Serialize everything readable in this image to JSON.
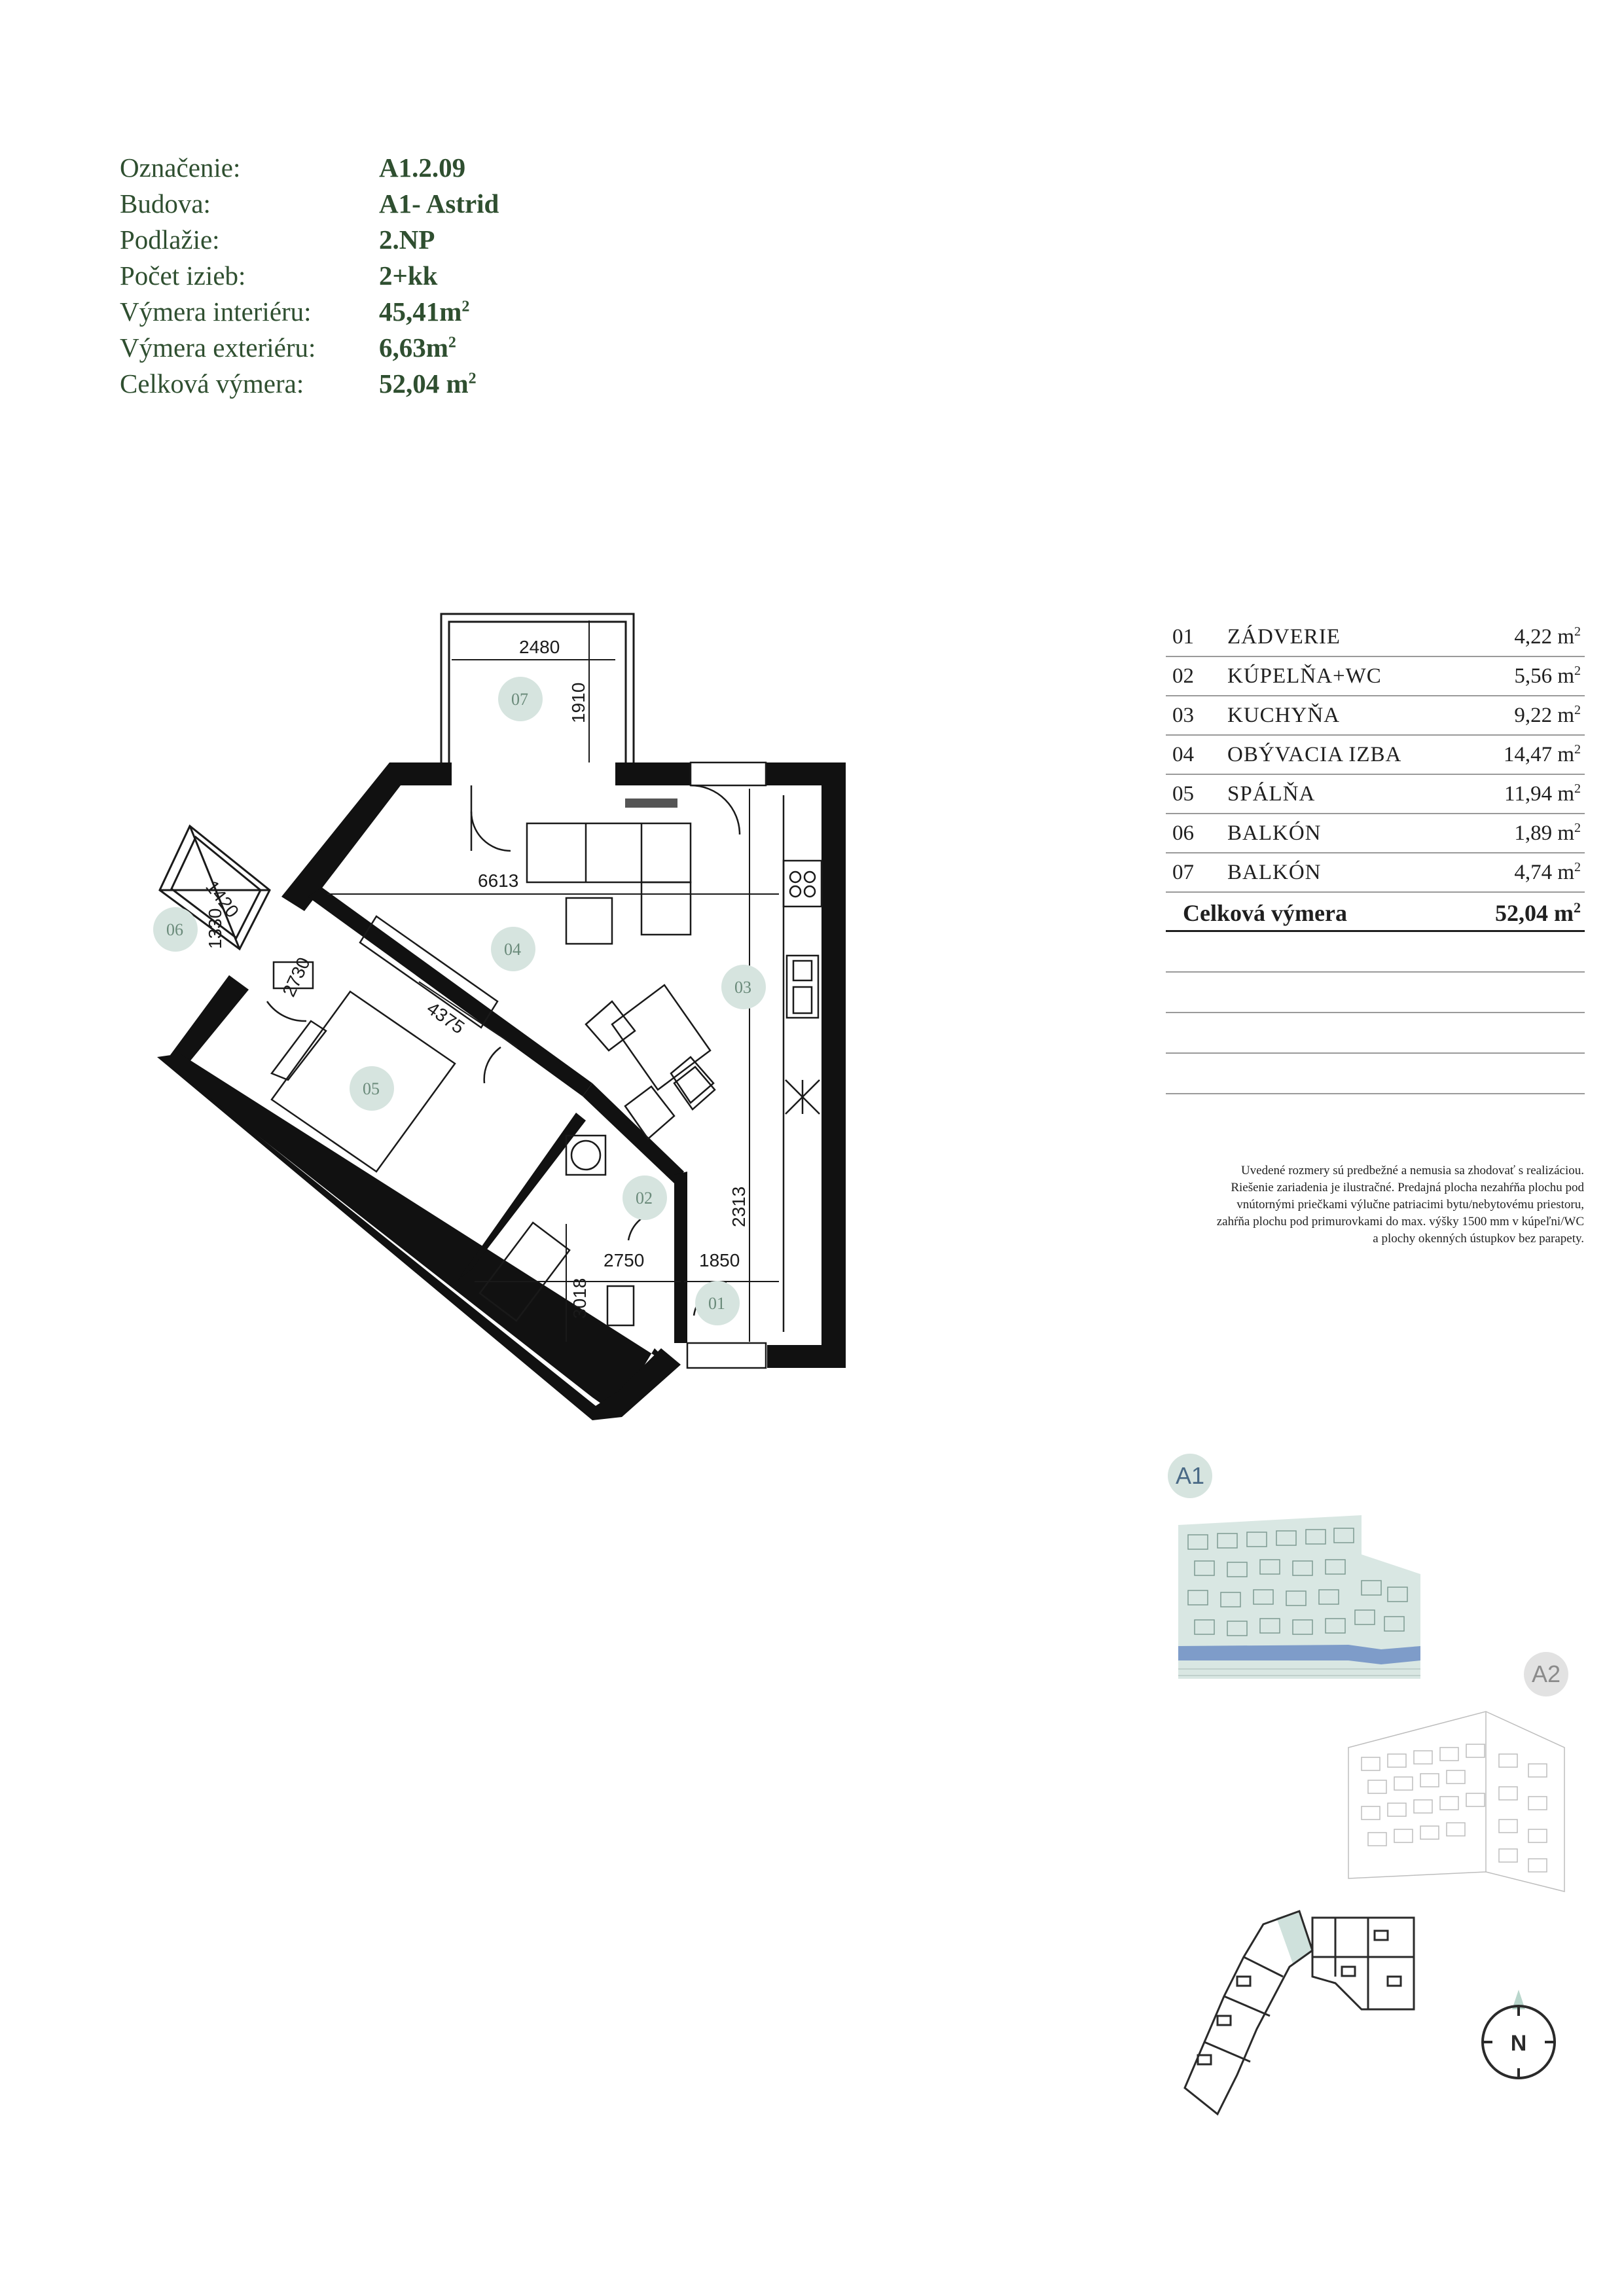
{
  "details": [
    {
      "label": "Označenie:",
      "value": "A1.2.09",
      "sup": ""
    },
    {
      "label": "Budova:",
      "value": "A1- Astrid",
      "sup": ""
    },
    {
      "label": "Podlažie:",
      "value": "2.NP",
      "sup": ""
    },
    {
      "label": "Počet izieb:",
      "value": "2+kk",
      "sup": ""
    },
    {
      "label": "Výmera interiéru:",
      "value": "45,41m",
      "sup": "2"
    },
    {
      "label": "Výmera exteriéru:",
      "value": "6,63m",
      "sup": "2"
    },
    {
      "label": "Celková výmera:",
      "value": "52,04 m",
      "sup": "2"
    }
  ],
  "rooms": [
    {
      "no": "01",
      "name": "ZÁDVERIE",
      "area": "4,22 m",
      "sup": "2"
    },
    {
      "no": "02",
      "name": "KÚPELŇA+WC",
      "area": "5,56 m",
      "sup": "2"
    },
    {
      "no": "03",
      "name": "KUCHYŇA",
      "area": "9,22 m",
      "sup": "2"
    },
    {
      "no": "04",
      "name": "OBÝVACIA IZBA",
      "area": "14,47 m",
      "sup": "2"
    },
    {
      "no": "05",
      "name": "SPÁLŇA",
      "area": "11,94 m",
      "sup": "2"
    },
    {
      "no": "06",
      "name": "BALKÓN",
      "area": "1,89 m",
      "sup": "2"
    },
    {
      "no": "07",
      "name": "BALKÓN",
      "area": "4,74 m",
      "sup": "2"
    }
  ],
  "total": {
    "label": "Celková výmera",
    "value": "52,04 m",
    "sup": "2"
  },
  "note": [
    "Uvedené rozmery sú predbežné a nemusia sa zhodovať s realizáciou.",
    "Riešenie zariadenia je ilustračné. Predajná plocha nezahŕňa plochu pod",
    "vnútornými priečkami výlučne patriacimi bytu/nebytovému priestoru,",
    "zahŕňa plochu pod primurovkami do max. výšky 1500 mm v kúpeľni/WC",
    "a plochy okenných ústupkov bez parapety."
  ],
  "plan": {
    "dims": [
      "2480",
      "1910",
      "6613",
      "1420",
      "1330",
      "2730",
      "4375",
      "2313",
      "2750",
      "1850",
      "3018"
    ],
    "badges": [
      "07",
      "06",
      "04",
      "03",
      "05",
      "02",
      "01"
    ]
  },
  "buildings": {
    "a1": "A1",
    "a2": "A2"
  },
  "compass": "N",
  "colors": {
    "heading_green": "#2f4f30",
    "badge_fill": "#d6e4df",
    "highlight": "#7e9cc9",
    "building_tint": "#cfe1dc"
  }
}
